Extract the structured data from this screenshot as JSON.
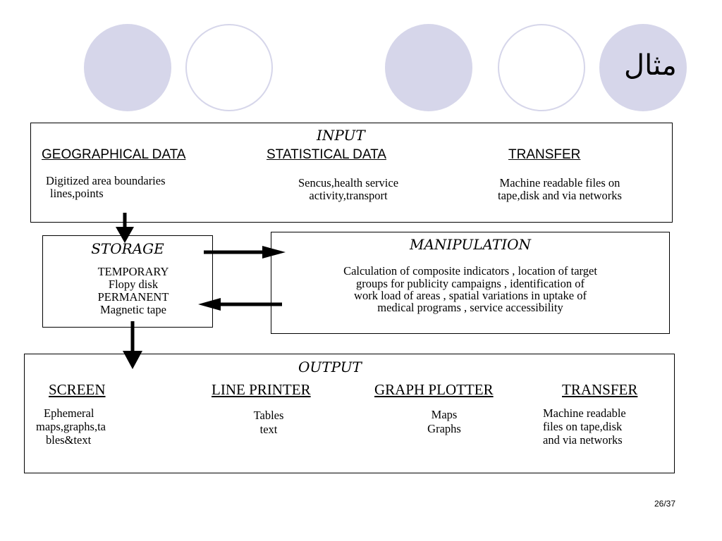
{
  "slide": {
    "title": "مثال",
    "page_number": "26/37"
  },
  "input": {
    "heading": "INPUT",
    "columns": [
      {
        "title": "GEOGRAPHICAL DATA",
        "lines": [
          "Digitized area boundaries",
          "lines,points"
        ]
      },
      {
        "title": "STATISTICAL DATA",
        "lines": [
          "Sencus,health service",
          "activity,transport"
        ]
      },
      {
        "title": "TRANSFER",
        "lines": [
          "Machine readable files on",
          "tape,disk and via networks"
        ]
      }
    ]
  },
  "storage": {
    "heading": "STORAGE",
    "lines": [
      "TEMPORARY",
      "Flopy disk",
      "PERMANENT",
      "Magnetic tape"
    ]
  },
  "manipulation": {
    "heading": "MANIPULATION",
    "lines": [
      "Calculation of composite indicators , location of target",
      "groups for publicity campaigns , identification of",
      "work load of areas , spatial variations in uptake of",
      "medical programs , service accessibility"
    ]
  },
  "output": {
    "heading": "OUTPUT",
    "columns": [
      {
        "title": "SCREEN",
        "lines": [
          "Ephemeral",
          "maps,graphs,ta",
          "bles&text"
        ]
      },
      {
        "title": "LINE PRINTER",
        "lines": [
          "Tables",
          "text"
        ]
      },
      {
        "title": "GRAPH PLOTTER",
        "lines": [
          "Maps",
          "Graphs"
        ]
      },
      {
        "title": "TRANSFER",
        "lines": [
          "Machine readable",
          "files on tape,disk",
          "and via networks"
        ]
      }
    ]
  }
}
